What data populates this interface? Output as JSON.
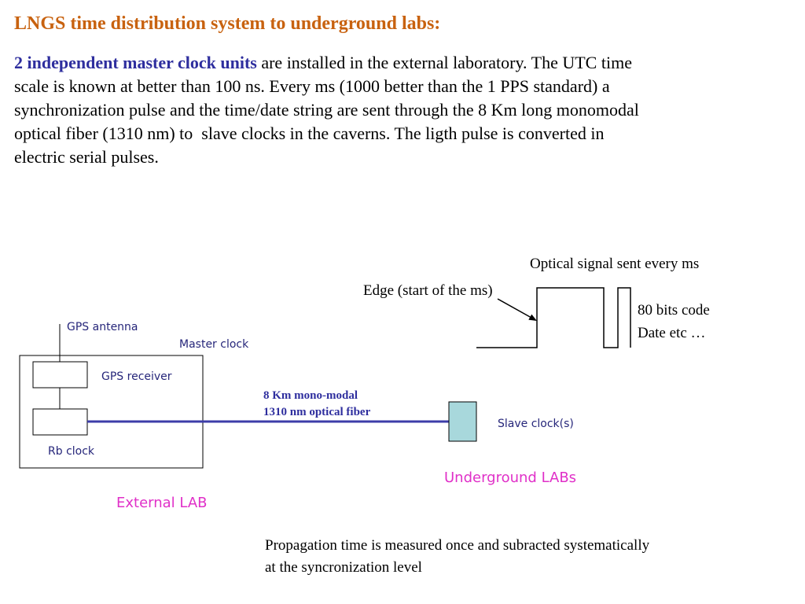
{
  "title": "LNGS time distribution system to underground labs:",
  "intro": {
    "highlight": "2 independent master clock units",
    "line1_rest": " are installed in the external laboratory. The UTC time",
    "line2": "scale is known at better than 100 ns. Every ms (1000 better than the 1 PPS standard) a",
    "line3": "synchronization pulse and the time/date string are sent through the 8 Km long monomodal",
    "line4": "optical fiber (1310 nm) to  slave clocks in the caverns. The ligth pulse is converted in",
    "line5": "electric serial pulses."
  },
  "diagram": {
    "optical_signal_label": "Optical signal sent every ms",
    "edge_label": "Edge (start of the ms)",
    "code_label_line1": "80 bits code",
    "code_label_line2": "Date etc …",
    "gps_antenna": "GPS antenna",
    "master_clock": "Master clock",
    "gps_receiver": "GPS receiver",
    "rb_clock": "Rb clock",
    "fiber_line1": "8 Km mono-modal",
    "fiber_line2": "1310 nm optical fiber",
    "slave_clock": "Slave clock(s)",
    "underground_labs": "Underground LABs",
    "external_lab": "External LAB"
  },
  "footnote": {
    "line1": "Propagation time is measured once and subracted systematically",
    "line2": "at the syncronization level"
  },
  "colors": {
    "title": "#c8620f",
    "highlight": "#2e2e9e",
    "labels": "#26267a",
    "lab_labels": "#e030c8",
    "fiber": "#3c3ca8",
    "slave_clock_fill": "#a8d8dc"
  }
}
